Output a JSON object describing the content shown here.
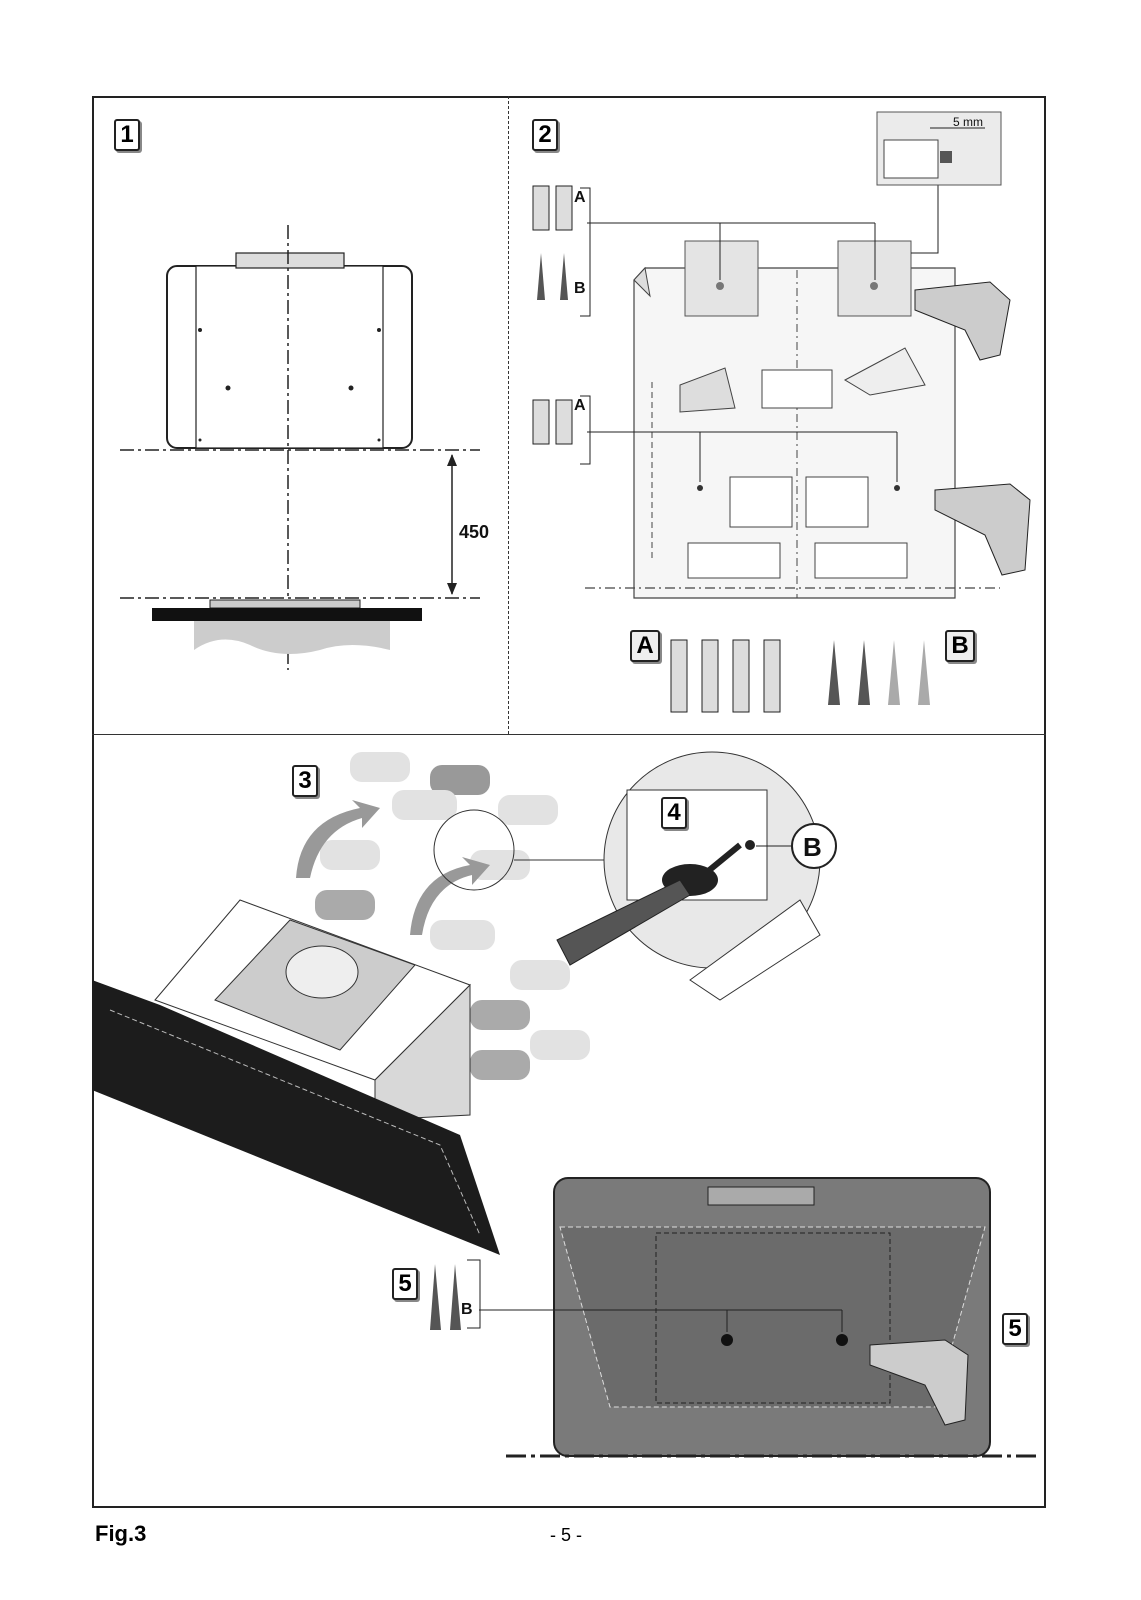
{
  "steps": [
    "1",
    "2",
    "3",
    "4",
    "5"
  ],
  "step5_repeat": "5",
  "dimension": "450",
  "gap_label": "5 mm",
  "fixing": {
    "a": "A",
    "b": "B"
  },
  "callout_b": "B",
  "figure_label": "Fig.3",
  "page_number": "- 5 -"
}
